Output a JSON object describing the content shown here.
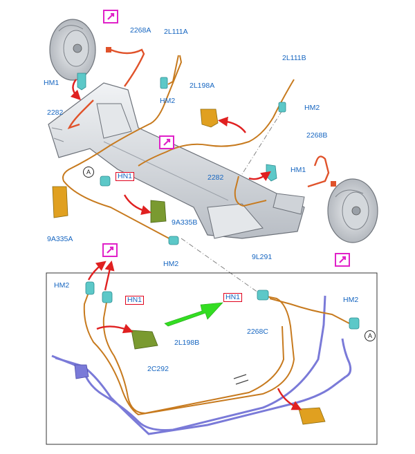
{
  "labels": {
    "part_2268A": "2268A",
    "part_2L111A": "2L111A",
    "part_2L111B": "2L111B",
    "part_2L198A": "2L198A",
    "part_2282_left": "2282",
    "part_2282_right": "2282",
    "part_2268B": "2268B",
    "part_9A335A": "9A335A",
    "part_9A335B": "9A335B",
    "part_9L291": "9L291",
    "part_2268C": "2268C",
    "part_2L198B": "2L198B",
    "part_2C292": "2C292",
    "hm1_top_left": "HM1",
    "hm1_top_right": "HM1",
    "hm2_top_left": "HM2",
    "hm2_top_right": "HM2",
    "hm2_center": "HM2",
    "hm2_inset_left": "HM2",
    "hm2_inset_right": "HM2",
    "hn1_top": "HN1",
    "hn1_inset_left": "HN1",
    "hn1_inset_right": "HN1",
    "callout_top": "A",
    "callout_inset": "A"
  },
  "colors": {
    "label_text": "#1565c0",
    "highlight_box": "#e0001b",
    "reference_icon": "#e020c8",
    "axle_body": "#d9dde2",
    "brake_pipe": "#c77a1e",
    "flex_hose": "#e0522a",
    "fuel_line": "#7a7ad8",
    "clip": "#5cc8c8",
    "bracket": "#e0a020",
    "damper_bracket": "#7a9a30",
    "red_arrow": "#e02020",
    "green_arrow": "#33dd22"
  },
  "icons": {
    "reference": "page-reference-icon",
    "callout": "detail-callout-icon"
  }
}
